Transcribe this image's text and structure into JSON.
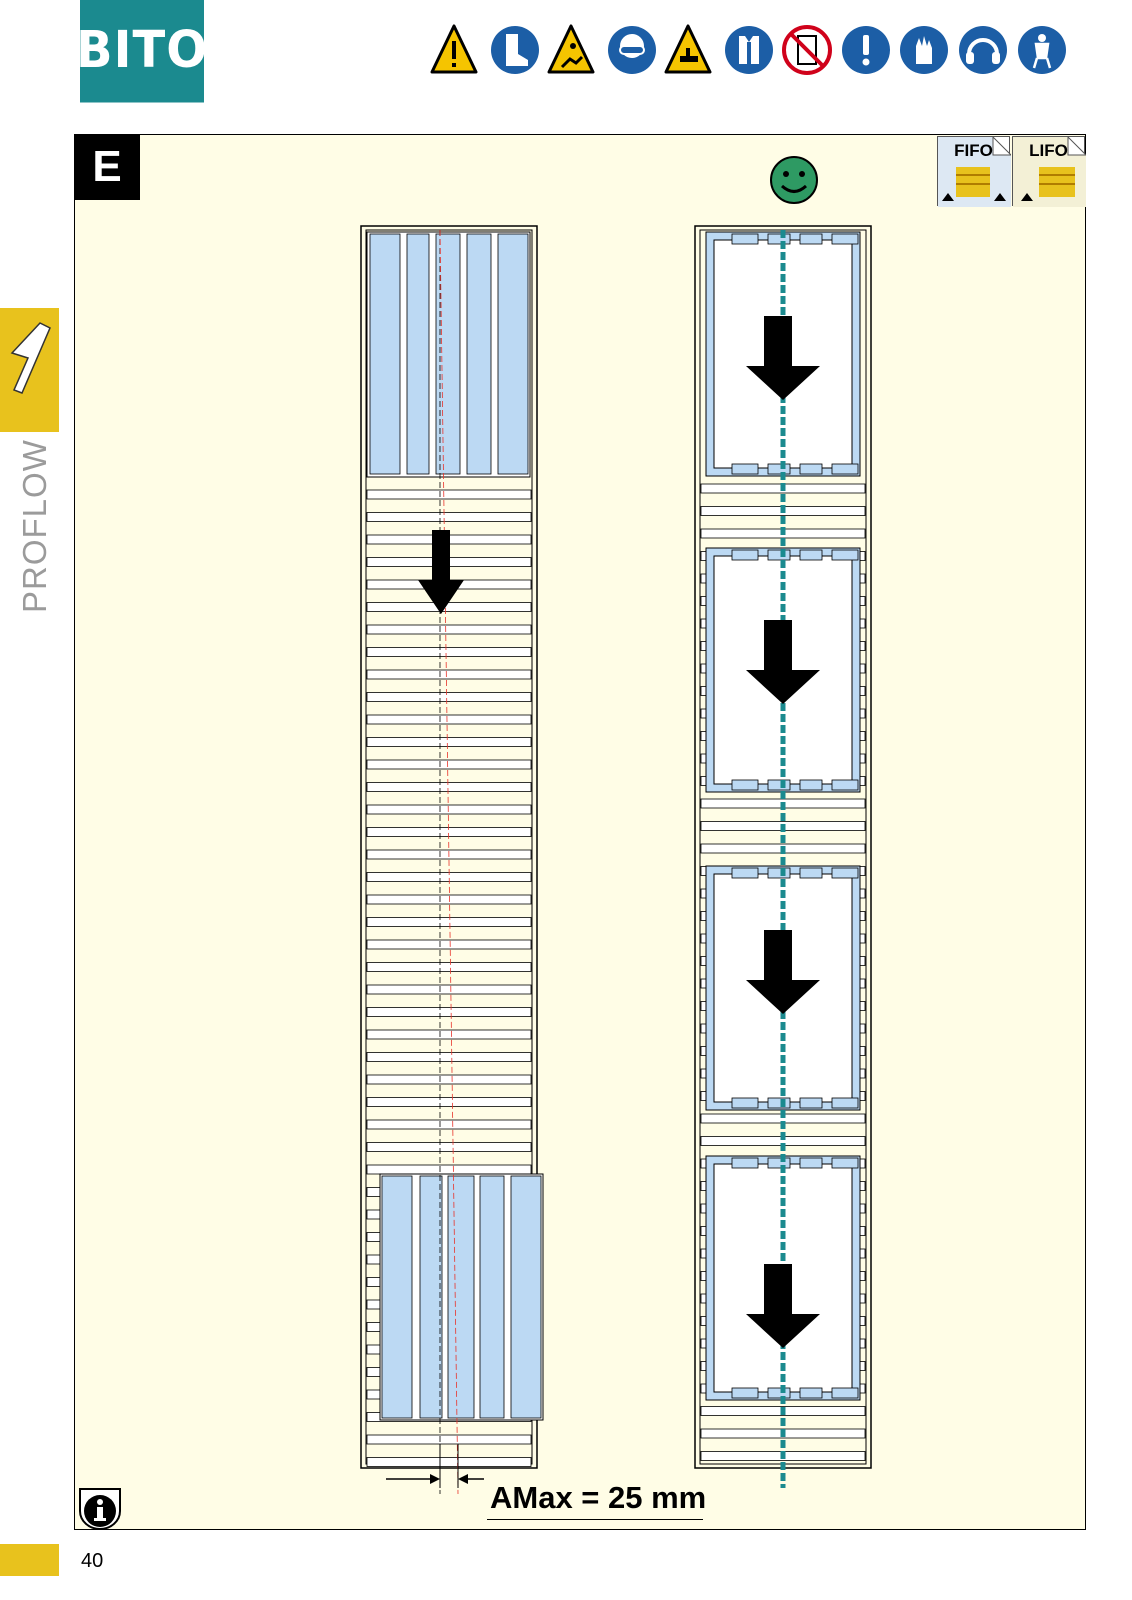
{
  "header": {
    "logo_text": "BITO",
    "brand_color": "#1b8a8f",
    "safety_icons": [
      "general-warning-icon",
      "safety-boots-icon",
      "slippery-surface-warning-icon",
      "safety-goggles-icon",
      "hand-crush-warning-icon",
      "hi-vis-vest-icon",
      "no-climbing-icon",
      "mandatory-action-icon",
      "safety-gloves-icon",
      "ear-protection-icon",
      "fall-harness-icon"
    ]
  },
  "sidebar": {
    "section_label": "PROFLOW",
    "accent_color": "#e8c21d"
  },
  "section": {
    "letter": "E"
  },
  "modes": [
    {
      "label": "FIFO"
    },
    {
      "label": "LIFO"
    }
  ],
  "diagram": {
    "status_icon": "smiley-ok-icon",
    "measurement_label": "AMax = 25 mm",
    "pallet_color": "#bcd9f3",
    "centerline_color": "#1b8a8f"
  },
  "footer": {
    "page_number": "40",
    "info_icon": "info-icon"
  }
}
